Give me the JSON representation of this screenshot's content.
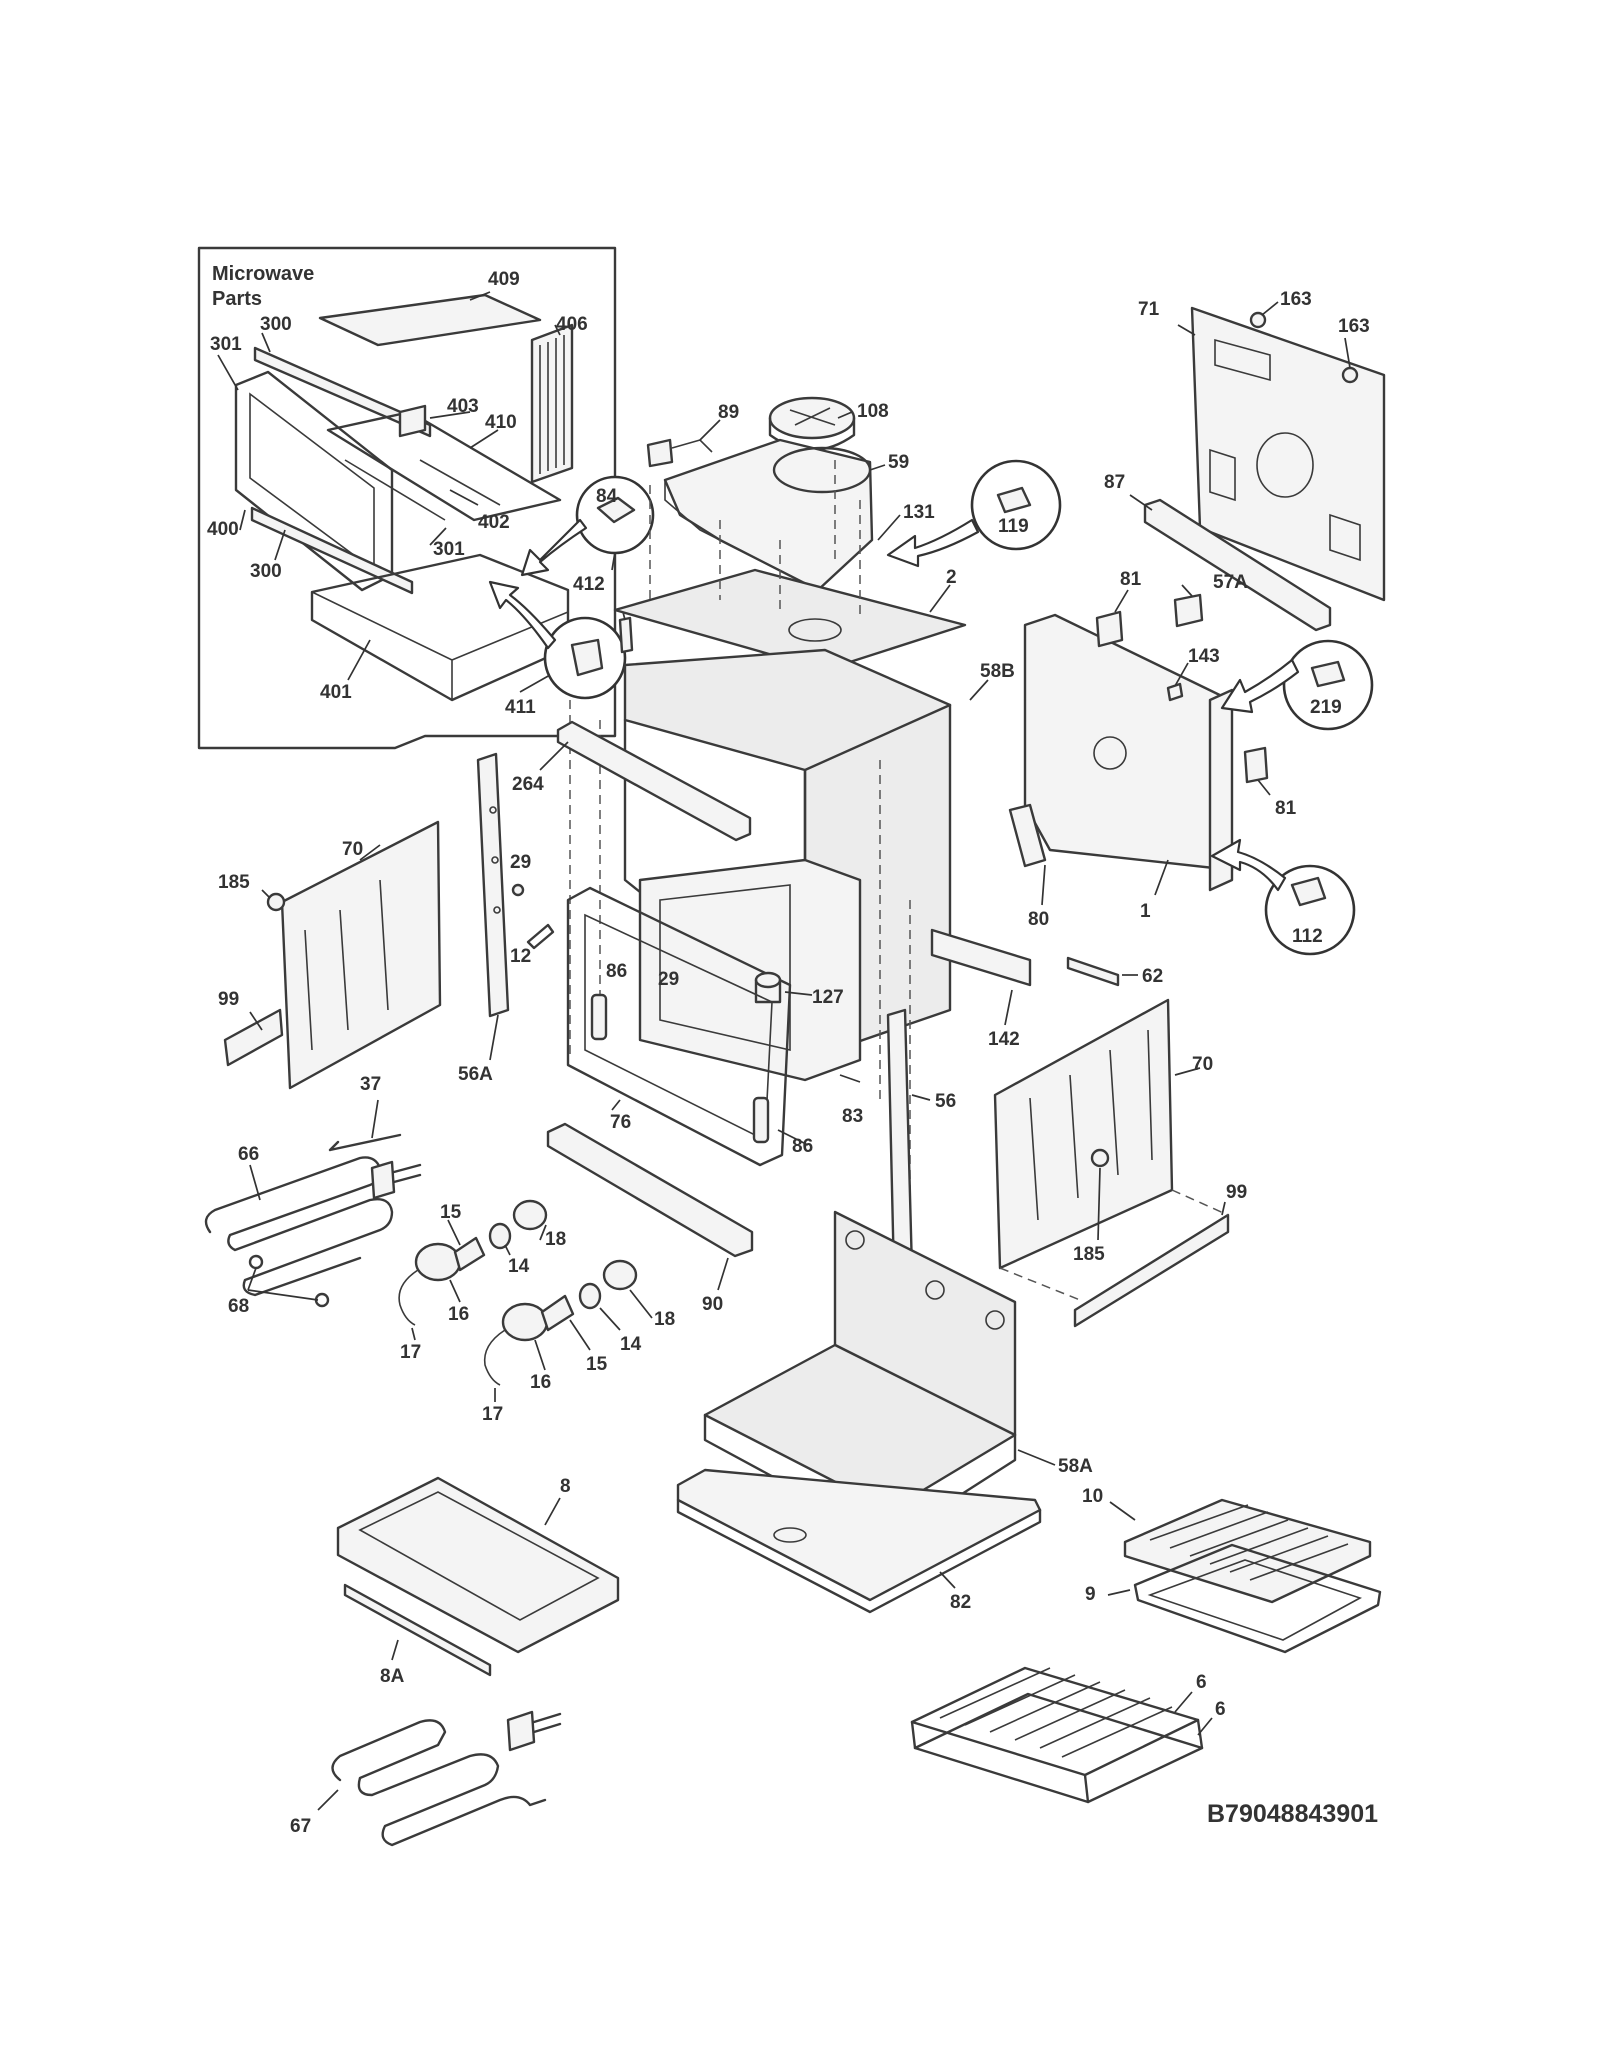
{
  "inset": {
    "title_line1": "Microwave",
    "title_line2": "Parts"
  },
  "drawing_number": "B79048843901",
  "parts": {
    "p409": "409",
    "p406": "406",
    "p300a": "300",
    "p301a": "301",
    "p403": "403",
    "p410": "410",
    "p402": "402",
    "p301b": "301",
    "p400": "400",
    "p300b": "300",
    "p84": "84",
    "p412": "412",
    "p401": "401",
    "p411": "411",
    "p89": "89",
    "p108": "108",
    "p59": "59",
    "p131": "131",
    "p119": "119",
    "p2": "2",
    "p58B": "58B",
    "p163a": "163",
    "p163b": "163",
    "p71": "71",
    "p87": "87",
    "p81a": "81",
    "p57A": "57A",
    "p143": "143",
    "p219": "219",
    "p81b": "81",
    "p80": "80",
    "p1": "1",
    "p112": "112",
    "p62": "62",
    "p264": "264",
    "p70a": "70",
    "p185a": "185",
    "p99a": "99",
    "p29a": "29",
    "p12": "12",
    "p56A": "56A",
    "p86a": "86",
    "p29b": "29",
    "p127": "127",
    "p142": "142",
    "p76": "76",
    "p83": "83",
    "p86b": "86",
    "p56": "56",
    "p70b": "70",
    "p37": "37",
    "p66": "66",
    "p68": "68",
    "p15a": "15",
    "p14a": "14",
    "p18a": "18",
    "p16a": "16",
    "p17a": "17",
    "p18b": "18",
    "p14b": "14",
    "p15b": "15",
    "p16b": "16",
    "p17b": "17",
    "p90": "90",
    "p99b": "99",
    "p185b": "185",
    "p58A": "58A",
    "p10": "10",
    "p9": "9",
    "p8": "8",
    "p8A": "8A",
    "p82": "82",
    "p6a": "6",
    "p6b": "6",
    "p67": "67"
  }
}
